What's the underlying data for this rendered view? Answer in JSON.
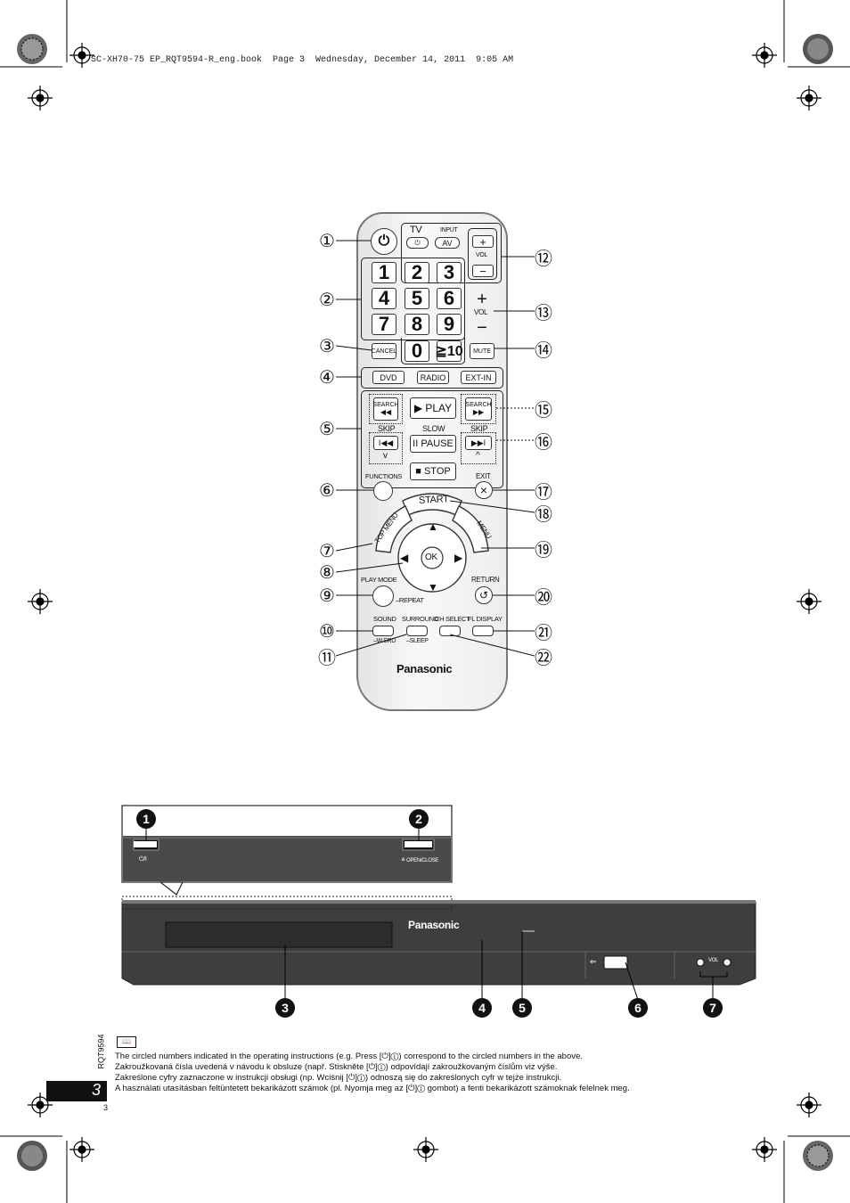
{
  "header": {
    "book_info": "SC-XH70-75 EP_RQT9594-R_eng.book  Page 3  Wednesday, December 14, 2011  9:05 AM"
  },
  "remote": {
    "tv_label": "TV",
    "input_label": "INPUT",
    "av_label": "AV",
    "vol_label": "VOL",
    "vol_plus": "+",
    "vol_minus": "−",
    "digits": [
      "1",
      "2",
      "3",
      "4",
      "5",
      "6",
      "7",
      "8",
      "9",
      "0"
    ],
    "ge10_label": "≧10",
    "cancel_label": "CANCEL",
    "mute_label": "MUTE",
    "dvd_label": "DVD",
    "radio_label": "RADIO",
    "extin_label": "EXT-IN",
    "search_label": "SEARCH",
    "rewind_glyph": "◀◀",
    "ff_glyph": "▶▶",
    "play_label": "▶ PLAY",
    "skip_label": "SKIP",
    "slow_label": "SLOW",
    "prev_glyph": "I◀◀",
    "next_glyph": "▶▶I",
    "pause_label": "II PAUSE",
    "stop_label": "■ STOP",
    "down_caret": "v",
    "up_caret": "^",
    "functions_label": "FUNCTIONS",
    "exit_label": "EXIT",
    "exit_glyph": "×",
    "start_label": "START",
    "top_menu_label": "TOP MENU",
    "menu_label": "MENU",
    "ok_label": "OK",
    "up_arrow": "▲",
    "down_arrow": "▼",
    "left_arrow": "◀",
    "right_arrow": "▶",
    "play_mode_label": "PLAY MODE",
    "repeat_label": "–REPEAT",
    "return_label": "RETURN",
    "return_glyph": "↺",
    "sound_label": "SOUND",
    "wsrd_label": "–W.SRD",
    "surround_label": "SURROUND",
    "sleep_label": "–SLEEP",
    "ch_select_label": "CH SELECT",
    "fl_display_label": "FL DISPLAY",
    "brand": "Panasonic"
  },
  "callouts": {
    "left": [
      "①",
      "②",
      "③",
      "④",
      "⑤",
      "⑥",
      "⑦",
      "⑧",
      "⑨",
      "⑩",
      "⑪"
    ],
    "right": [
      "⑫",
      "⑬",
      "⑭",
      "⑮",
      "⑯",
      "⑰",
      "⑱",
      "⑲",
      "⑳",
      "㉑",
      "㉒"
    ]
  },
  "unit": {
    "brand": "Panasonic",
    "standby_label": "⏻/I",
    "open_close_label": "≜ OPEN/CLOSE",
    "vol_label": "VOL",
    "callouts": [
      "1",
      "2",
      "3",
      "4",
      "5",
      "6",
      "7"
    ]
  },
  "footer": {
    "rqt_code": "RQT9594",
    "page_big": "3",
    "page_small": "3",
    "notes": [
      "The circled numbers indicated in the operating instructions (e.g. Press [⏻]①) correspond to the circled numbers in the above.",
      "Zakroužkovaná čísla uvedená v návodu k obsluze (např. Stiskněte [⏻]①) odpovídají zakroužkovaným číslům viz výše.",
      "Zakreślone cyfry zaznaczone w instrukcji obsługi (np. Wciśnij [⏻]①) odnoszą się do zakreślonych cyfr w tejże instrukcji.",
      "A használati utasításban feltüntetett bekarikázott számok (pl. Nyomja meg az [⏻]① gombot) a fenti bekarikázott számoknak felelnek meg."
    ]
  }
}
